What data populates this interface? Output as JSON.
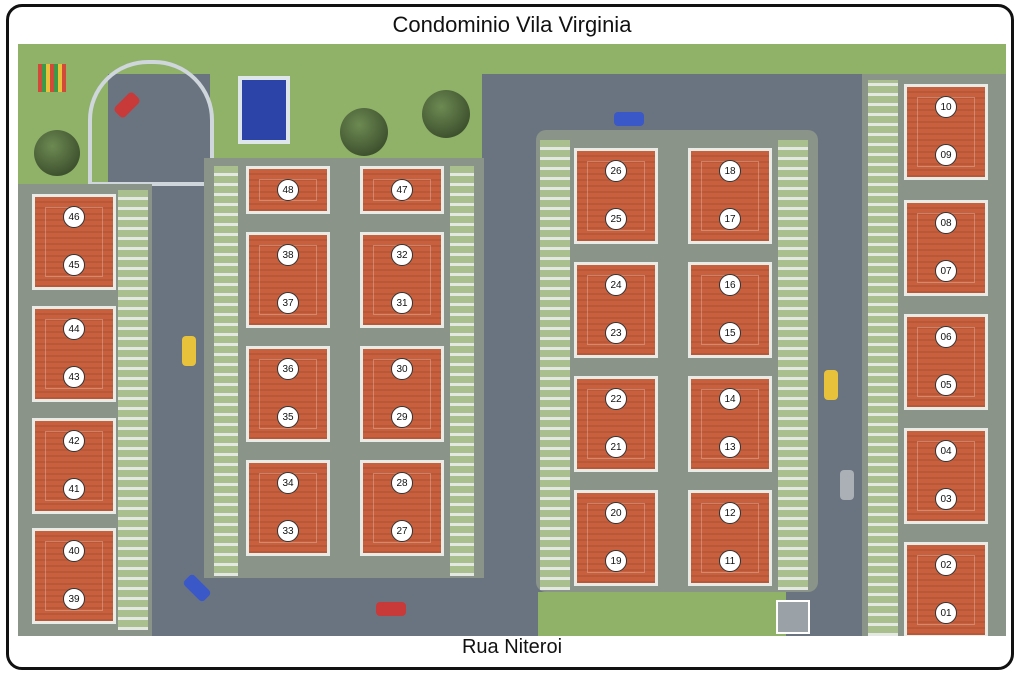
{
  "title": "Condominio Vila Virginia",
  "street": "Rua Niteroi",
  "colors": {
    "roof": "#c8603e",
    "grass": "#8fb268",
    "road": "#6a7480",
    "pool": "#2c44a8"
  },
  "lots": [
    "01",
    "02",
    "03",
    "04",
    "05",
    "06",
    "07",
    "08",
    "09",
    "10",
    "11",
    "12",
    "13",
    "14",
    "15",
    "16",
    "17",
    "18",
    "19",
    "20",
    "21",
    "22",
    "23",
    "24",
    "25",
    "26",
    "27",
    "28",
    "29",
    "30",
    "31",
    "32",
    "33",
    "34",
    "35",
    "36",
    "37",
    "38",
    "39",
    "40",
    "41",
    "42",
    "43",
    "44",
    "45",
    "46",
    "47",
    "48"
  ]
}
